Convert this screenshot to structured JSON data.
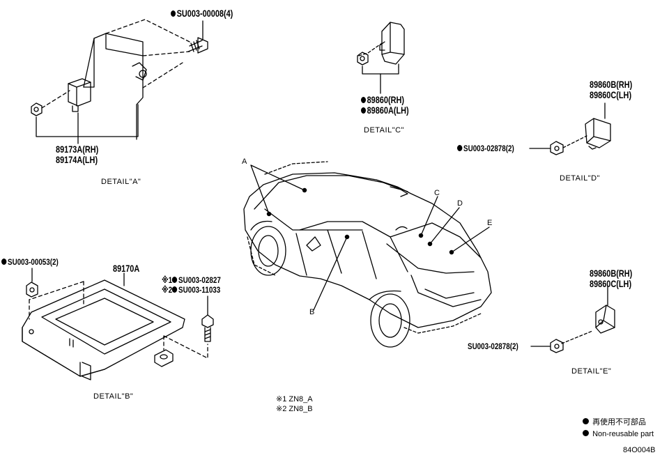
{
  "details": {
    "a": {
      "label": "DETAIL\"A\"",
      "bolt": "SU003-00008(4)",
      "part_rh": "89173A(RH)",
      "part_lh": "89174A(LH)"
    },
    "b": {
      "label": "DETAIL\"B\"",
      "nut": "SU003-00053(2)",
      "part": "89170A",
      "bolt_1": "※1",
      "bolt_1_code": "SU003-02827",
      "bolt_2": "※2",
      "bolt_2_code": "SU003-11033"
    },
    "c": {
      "label": "DETAIL\"C\"",
      "part_rh": "89860(RH)",
      "part_lh": "89860A(LH)"
    },
    "d": {
      "label": "DETAIL\"D\"",
      "part_rh": "89860B(RH)",
      "part_lh": "89860C(LH)",
      "bolt": "SU003-02878(2)"
    },
    "e": {
      "label": "DETAIL\"E\"",
      "part_rh": "89860B(RH)",
      "part_lh": "89860C(LH)",
      "bolt": "SU003-02878(2)"
    }
  },
  "car_letters": [
    "A",
    "B",
    "C",
    "D",
    "E"
  ],
  "notes": {
    "n1": "※1 ZN8_A",
    "n2": "※2 ZN8_B"
  },
  "legend": {
    "jp": "再使用不可部品",
    "en": "Non-reusable part"
  },
  "diagram_code": "84O004B",
  "colors": {
    "ink": "#000000",
    "paper": "#ffffff"
  }
}
